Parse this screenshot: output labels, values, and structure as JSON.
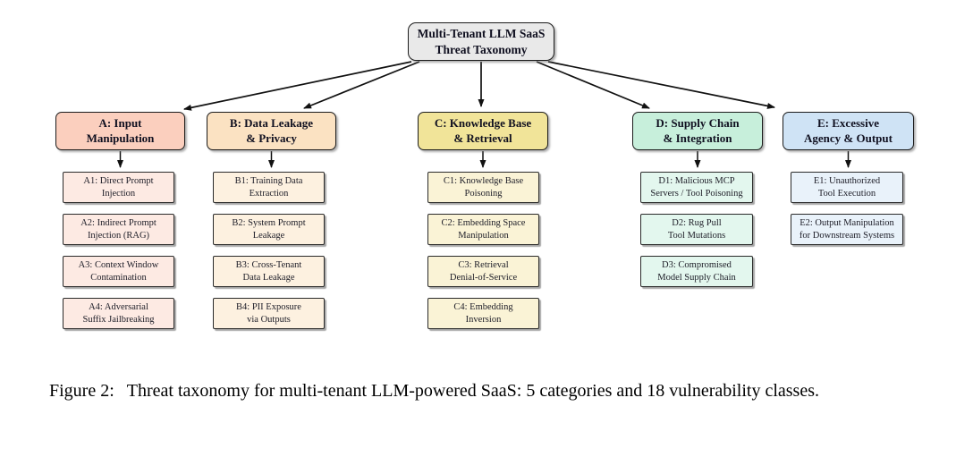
{
  "figure": {
    "root_label": "Multi-Tenant LLM SaaS\nThreat Taxonomy",
    "root_fill": "#e9e9e9",
    "edge_color": "#111111",
    "categories": [
      {
        "label": "A: Input\nManipulation",
        "fill": "#fbcfbe",
        "child_fill": "#fdeae3",
        "children": [
          "A1: Direct Prompt\nInjection",
          "A2: Indirect Prompt\nInjection (RAG)",
          "A3: Context Window\nContamination",
          "A4: Adversarial\nSuffix Jailbreaking"
        ]
      },
      {
        "label": "B: Data Leakage\n& Privacy",
        "fill": "#fbe2c2",
        "child_fill": "#fdf1e0",
        "children": [
          "B1: Training Data\nExtraction",
          "B2: System Prompt\nLeakage",
          "B3: Cross-Tenant\nData Leakage",
          "B4: PII Exposure\nvia Outputs"
        ]
      },
      {
        "label": "C: Knowledge Base\n& Retrieval",
        "fill": "#f1e499",
        "child_fill": "#faf3d6",
        "children": [
          "C1: Knowledge Base\nPoisoning",
          "C2: Embedding Space\nManipulation",
          "C3: Retrieval\nDenial-of-Service",
          "C4: Embedding\nInversion"
        ]
      },
      {
        "label": "D: Supply Chain\n& Integration",
        "fill": "#c7efdb",
        "child_fill": "#e3f7ee",
        "children": [
          "D1: Malicious MCP\nServers / Tool Poisoning",
          "D2: Rug Pull\nTool Mutations",
          "D3: Compromised\nModel Supply Chain"
        ]
      },
      {
        "label": "E: Excessive\nAgency & Output",
        "fill": "#cfe3f5",
        "child_fill": "#e9f2fa",
        "children": [
          "E1: Unauthorized\nTool Execution",
          "E2: Output Manipulation\nfor Downstream Systems"
        ]
      }
    ]
  },
  "caption": {
    "label": "Figure 2:",
    "text": "Threat taxonomy for multi-tenant LLM-powered SaaS: 5 categories and 18 vulnerability classes."
  }
}
